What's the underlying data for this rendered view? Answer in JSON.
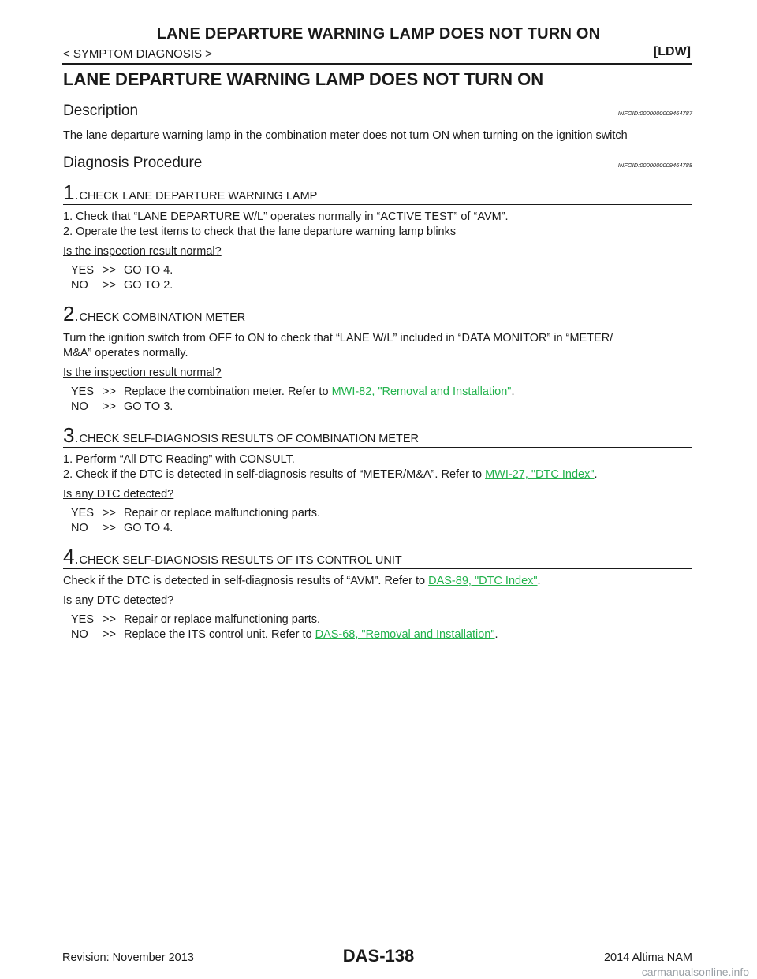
{
  "header": {
    "running_title": "LANE DEPARTURE WARNING LAMP DOES NOT TURN ON",
    "breadcrumb": "< SYMPTOM DIAGNOSIS >",
    "section_tag": "[LDW]"
  },
  "main_title": "LANE DEPARTURE WARNING LAMP DOES NOT TURN ON",
  "description": {
    "title": "Description",
    "infoid": "INFOID:0000000009464787",
    "text": "The lane departure warning lamp in the combination meter does not turn ON when turning on the ignition switch"
  },
  "diagnosis": {
    "title": "Diagnosis Procedure",
    "infoid": "INFOID:0000000009464788"
  },
  "steps": [
    {
      "num": "1",
      "title": "CHECK LANE DEPARTURE WARNING LAMP",
      "lines": [
        "1. Check that “LANE DEPARTURE W/L” operates normally in “ACTIVE TEST” of “AVM”.",
        "2. Operate the test items to check that the lane departure warning lamp blinks"
      ],
      "question": "Is the inspection result normal?",
      "yes": {
        "key": "YES",
        "arrow": ">>",
        "text": "GO TO 4.",
        "link": "",
        "tail": ""
      },
      "no": {
        "key": "NO",
        "arrow": ">>",
        "text": "GO TO 2.",
        "link": "",
        "tail": ""
      }
    },
    {
      "num": "2",
      "title": "CHECK COMBINATION METER",
      "lines": [
        "Turn the ignition switch from OFF to ON to check that “LANE W/L” included in “DATA MONITOR” in “METER/",
        "M&A” operates normally."
      ],
      "question": "Is the inspection result normal?",
      "yes": {
        "key": "YES",
        "arrow": ">>",
        "text": "Replace the combination meter. Refer to ",
        "link": "MWI-82, \"Removal and Installation\"",
        "tail": "."
      },
      "no": {
        "key": "NO",
        "arrow": ">>",
        "text": "GO TO 3.",
        "link": "",
        "tail": ""
      }
    },
    {
      "num": "3",
      "title": "CHECK SELF-DIAGNOSIS RESULTS OF COMBINATION METER",
      "lines": [
        "1. Perform “All DTC Reading” with CONSULT.",
        "2. Check if the DTC is detected in self-diagnosis results of “METER/M&A”. Refer to "
      ],
      "line_link": "MWI-27, \"DTC Index\"",
      "line_tail": ".",
      "question": "Is any DTC detected?",
      "yes": {
        "key": "YES",
        "arrow": ">>",
        "text": "Repair or replace malfunctioning parts.",
        "link": "",
        "tail": ""
      },
      "no": {
        "key": "NO",
        "arrow": ">>",
        "text": "GO TO 4.",
        "link": "",
        "tail": ""
      }
    },
    {
      "num": "4",
      "title": "CHECK SELF-DIAGNOSIS RESULTS OF ITS CONTROL UNIT",
      "lines": [
        "Check if the DTC is detected in self-diagnosis results of “AVM”. Refer to "
      ],
      "line_link": "DAS-89, \"DTC Index\"",
      "line_tail": ".",
      "question": "Is any DTC detected?",
      "yes": {
        "key": "YES",
        "arrow": ">>",
        "text": "Repair or replace malfunctioning parts.",
        "link": "",
        "tail": ""
      },
      "no": {
        "key": "NO",
        "arrow": ">>",
        "text": "Replace the ITS control unit. Refer to ",
        "link": "DAS-68, \"Removal and Installation\"",
        "tail": "."
      }
    }
  ],
  "footer": {
    "revision": "Revision: November 2013",
    "page_number": "DAS-138",
    "model": "2014 Altima NAM",
    "watermark": "carmanualsonline.info"
  },
  "colors": {
    "link": "#22b24c",
    "text": "#1a1a1a"
  }
}
